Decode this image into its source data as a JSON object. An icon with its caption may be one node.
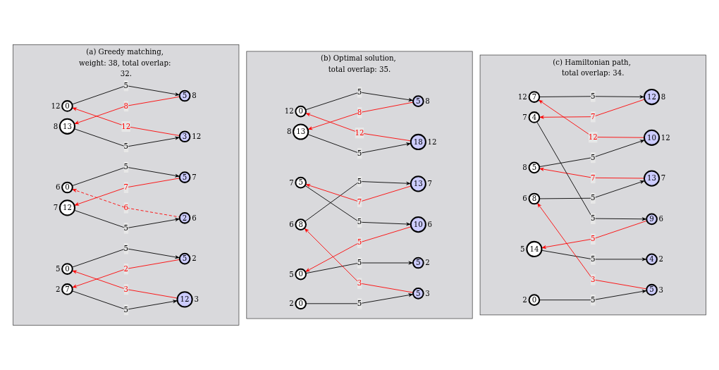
{
  "diagram": {
    "nodes": [
      {
        "text": [
          "(a) Greedy matching, weight: 38, total overlap: 32."
        ]
      },
      {
        "text": [
          "0"
        ],
        "beside": [
          "12"
        ],
        "in": 0
      },
      {
        "text": [
          "5"
        ],
        "beside": [
          "8"
        ],
        "in": 0
      },
      {
        "text": [
          "13"
        ],
        "beside": [
          "8"
        ],
        "in": 0
      },
      {
        "text": [
          "3"
        ],
        "beside": [
          "12"
        ],
        "in": 0
      },
      {
        "text": [
          "0"
        ],
        "beside": [
          "6"
        ],
        "in": 0
      },
      {
        "text": [
          "5"
        ],
        "beside": [
          "7"
        ],
        "in": 0
      },
      {
        "text": [
          "12"
        ],
        "beside": [
          "7"
        ],
        "in": 0
      },
      {
        "text": [
          "2"
        ],
        "beside": [
          "6"
        ],
        "in": 0
      },
      {
        "text": [
          "0"
        ],
        "beside": [
          "5"
        ],
        "in": 0
      },
      {
        "text": [
          "5"
        ],
        "beside": [
          "2"
        ],
        "in": 0
      },
      {
        "text": [
          "7"
        ],
        "beside": [
          "2"
        ],
        "in": 0
      },
      {
        "text": [
          "12"
        ],
        "beside": [
          "3"
        ],
        "in": 0
      },
      {
        "text": [
          "(b) Optimal solution, total overlap: 35."
        ]
      },
      {
        "text": [
          "0"
        ],
        "beside": [
          "12"
        ],
        "in": 13
      },
      {
        "text": [
          "5"
        ],
        "beside": [
          "8"
        ],
        "in": 13
      },
      {
        "text": [
          "13"
        ],
        "beside": [
          "8"
        ],
        "in": 13
      },
      {
        "text": [
          "18"
        ],
        "beside": [
          "12"
        ],
        "in": 13
      },
      {
        "text": [
          "8"
        ],
        "beside": [
          "6"
        ],
        "in": 13
      },
      {
        "text": [
          "13"
        ],
        "beside": [
          "7"
        ],
        "in": 13
      },
      {
        "text": [
          "5"
        ],
        "beside": [
          "7"
        ],
        "in": 13
      },
      {
        "text": [
          "10"
        ],
        "beside": [
          "6"
        ],
        "in": 13
      },
      {
        "text": [
          "0"
        ],
        "beside": [
          "5"
        ],
        "in": 13
      },
      {
        "text": [
          "5"
        ],
        "beside": [
          "2"
        ],
        "in": 13
      },
      {
        "text": [
          "0"
        ],
        "beside": [
          "2"
        ],
        "in": 13
      },
      {
        "text": [
          "5"
        ],
        "beside": [
          "3"
        ],
        "in": 13
      },
      {
        "text": [
          "(c) Hamiltonian path, total overlap: 34."
        ]
      },
      {
        "text": [
          "7"
        ],
        "beside": [
          "12"
        ],
        "in": 26
      },
      {
        "text": [
          "12"
        ],
        "beside": [
          "8"
        ],
        "in": 26
      },
      {
        "text": [
          "5"
        ],
        "beside": [
          "8"
        ],
        "in": 26
      },
      {
        "text": [
          "10"
        ],
        "beside": [
          "12"
        ],
        "in": 26
      },
      {
        "text": [
          "8"
        ],
        "beside": [
          "6"
        ],
        "in": 26
      },
      {
        "text": [
          "13"
        ],
        "beside": [
          "7"
        ],
        "in": 26
      },
      {
        "text": [
          "4"
        ],
        "beside": [
          "7"
        ],
        "in": 26
      },
      {
        "text": [
          "9"
        ],
        "beside": [
          "6"
        ],
        "in": 26
      },
      {
        "text": [
          "14"
        ],
        "beside": [
          "5"
        ],
        "in": 26
      },
      {
        "text": [
          "4"
        ],
        "beside": [
          "2"
        ],
        "in": 26
      },
      {
        "text": [
          "0"
        ],
        "beside": [
          "2"
        ],
        "in": 26
      },
      {
        "text": [
          "5"
        ],
        "beside": [
          "3"
        ],
        "in": 26
      }
    ],
    "edges": [
      {
        "from": 1,
        "to": 2,
        "arrow": "to",
        "label": "5"
      },
      {
        "from": 2,
        "to": 3,
        "arrow": "to",
        "label": "8",
        "color": "#ff0000"
      },
      {
        "from": 4,
        "to": 1,
        "arrow": "to",
        "label": "12",
        "color": "#ff0000"
      },
      {
        "from": 3,
        "to": 4,
        "arrow": "to",
        "label": "5"
      },
      {
        "from": 5,
        "to": 6,
        "arrow": "to",
        "label": "5"
      },
      {
        "from": 6,
        "to": 7,
        "arrow": "to",
        "label": "7",
        "color": "#ff0000"
      },
      {
        "from": 8,
        "to": 5,
        "arrow": "to",
        "label": "6",
        "style": "dashed",
        "color": "#ff0000"
      },
      {
        "from": 7,
        "to": 8,
        "arrow": "to",
        "label": "5"
      },
      {
        "from": 9,
        "to": 10,
        "arrow": "to",
        "label": "5"
      },
      {
        "from": 10,
        "to": 11,
        "arrow": "to",
        "label": "2",
        "color": "#ff0000"
      },
      {
        "from": 12,
        "to": 9,
        "arrow": "to",
        "label": "3",
        "color": "#ff0000"
      },
      {
        "from": 11,
        "to": 12,
        "arrow": "to",
        "label": "5"
      },
      {
        "from": 14,
        "to": 15,
        "arrow": "to",
        "label": "5"
      },
      {
        "from": 15,
        "to": 16,
        "arrow": "to",
        "label": "8",
        "color": "#ff0000"
      },
      {
        "from": 17,
        "to": 14,
        "arrow": "to",
        "label": "12",
        "color": "#ff0000"
      },
      {
        "from": 16,
        "to": 17,
        "arrow": "to",
        "label": "5"
      },
      {
        "from": 18,
        "to": 19,
        "arrow": "to",
        "label": "5"
      },
      {
        "from": 19,
        "to": 20,
        "arrow": "to",
        "label": "7",
        "color": "#ff0000"
      },
      {
        "from": 20,
        "to": 21,
        "arrow": "to",
        "label": "5"
      },
      {
        "from": 21,
        "to": 22,
        "arrow": "to",
        "label": "5",
        "color": "#ff0000"
      },
      {
        "from": 22,
        "to": 23,
        "arrow": "to",
        "label": "5"
      },
      {
        "from": 25,
        "to": 18,
        "arrow": "to",
        "label": "3",
        "color": "#ff0000"
      },
      {
        "from": 24,
        "to": 25,
        "arrow": "to",
        "label": "5"
      },
      {
        "from": 27,
        "to": 28,
        "arrow": "to",
        "label": "5"
      },
      {
        "from": 30,
        "to": 27,
        "arrow": "to",
        "label": "12",
        "color": "#ff0000"
      },
      {
        "from": 28,
        "to": 33,
        "arrow": "to",
        "label": "7",
        "color": "#ff0000"
      },
      {
        "from": 29,
        "to": 30,
        "arrow": "to",
        "label": "5"
      },
      {
        "from": 32,
        "to": 29,
        "arrow": "to",
        "label": "7",
        "color": "#ff0000"
      },
      {
        "from": 31,
        "to": 32,
        "arrow": "to",
        "label": "5"
      },
      {
        "from": 33,
        "to": 34,
        "arrow": "to",
        "label": "5"
      },
      {
        "from": 34,
        "to": 35,
        "arrow": "to",
        "label": "5",
        "color": "#ff0000"
      },
      {
        "from": 35,
        "to": 36,
        "arrow": "to",
        "label": "5"
      },
      {
        "from": 38,
        "to": 31,
        "arrow": "to",
        "label": "3",
        "color": "#ff0000"
      },
      {
        "from": 37,
        "to": 38,
        "arrow": "to",
        "label": "5"
      }
    ]
  }
}
